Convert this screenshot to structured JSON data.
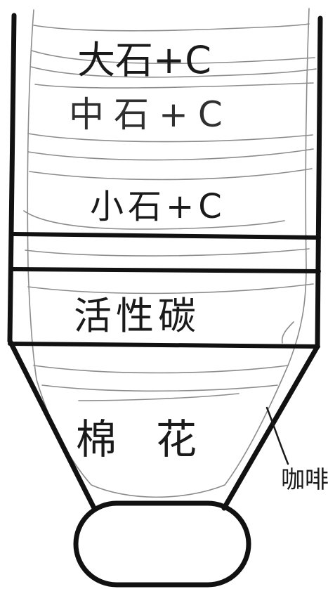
{
  "labels": {
    "large_stone": "大石+C",
    "medium_stone": "中石+C",
    "small_stone": "小石+C",
    "activated_carbon": "活性碳",
    "cotton": "棉花",
    "coffee_annotation": "咖啡"
  }
}
